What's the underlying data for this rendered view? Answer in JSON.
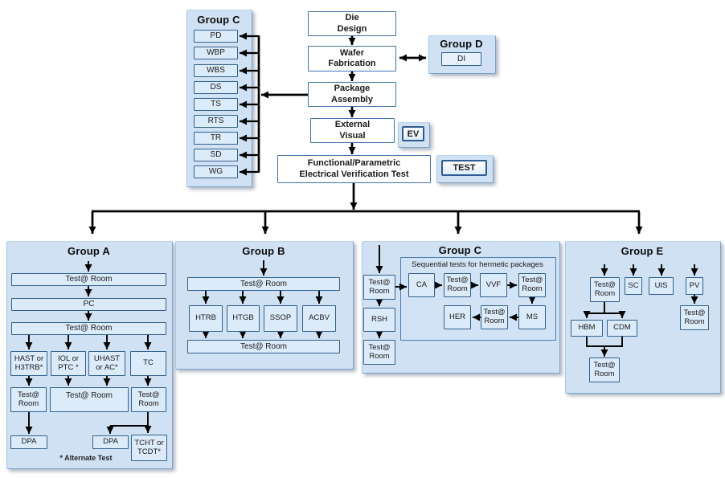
{
  "colors": {
    "panel_fill": "#cfe1f3",
    "node_fill": "#dcebf9",
    "node_border": "#33608f",
    "flow_fill": "#ffffff",
    "flow_border": "#4173ad",
    "arrow": "#000000"
  },
  "groupCTop": {
    "title": "Group C",
    "items": [
      "PD",
      "WBP",
      "WBS",
      "DS",
      "TS",
      "RTS",
      "TR",
      "SD",
      "WG"
    ]
  },
  "groupD": {
    "title": "Group D",
    "di": "DI"
  },
  "flow": {
    "die": "Die\nDesign",
    "wafer": "Wafer\nFabrication",
    "package": "Package\nAssembly",
    "external": "External\nVisual",
    "functional": "Functional/Parametric\nElectrical Verification Test",
    "ev": "EV",
    "test": "TEST"
  },
  "groupA": {
    "title": "Group A",
    "test_room_1": "Test@ Room",
    "pc": "PC",
    "test_room_2": "Test@ Room",
    "branches": [
      "HAST or H3TRB*",
      "IOL or PTC *",
      "UHAST or AC*",
      "TC"
    ],
    "test_room_left": "Test@ Room",
    "test_room_wide": "Test@ Room",
    "test_room_right": "Test@ Room",
    "dpa_left": "DPA",
    "dpa_right": "DPA",
    "tcht": "TCHT or TCDT*",
    "note": "* Alternate Test"
  },
  "groupB": {
    "title": "Group B",
    "test_room_top": "Test@ Room",
    "branches": [
      "HTRB",
      "HTGB",
      "SSOP",
      "ACBV"
    ],
    "test_room_bottom": "Test@ Room"
  },
  "groupC": {
    "title": "Group C",
    "subtitle": "Sequential tests for hermetic packages",
    "test_room_in": "Test@ Room",
    "rsh": "RSH",
    "test_room_out": "Test@ Room",
    "seq_row1": [
      "CA",
      "Test@ Room",
      "VVF",
      "Test@ Room"
    ],
    "seq_row2": [
      "HER",
      "Test@ Room",
      "MS"
    ]
  },
  "groupE": {
    "title": "Group E",
    "test_room_top": "Test@ Room",
    "sc": "SC",
    "uis": "UIS",
    "pv": "PV",
    "test_room_pv": "Test@ Room",
    "hbm": "HBM",
    "cdm": "CDM",
    "test_room_bottom": "Test@ Room"
  }
}
